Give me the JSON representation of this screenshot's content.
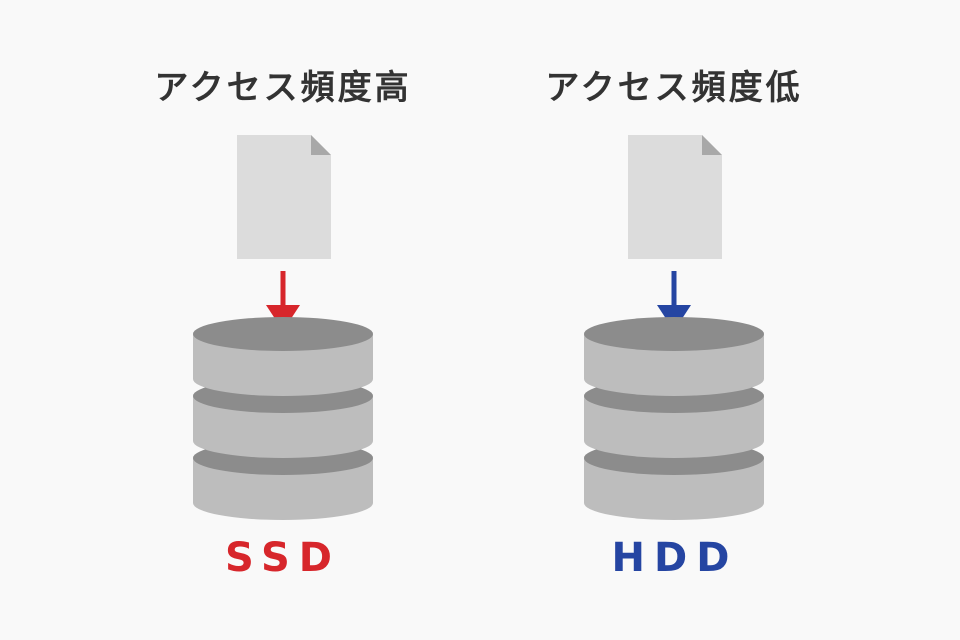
{
  "colors": {
    "background": "#f9f9f9",
    "text": "#333333",
    "file": "#dcdcdc",
    "file_fold": "#a8a8a8",
    "disk_side": "#bdbdbd",
    "disk_top": "#8c8c8c",
    "ssd_accent": "#d7262b",
    "hdd_accent": "#2545a2"
  },
  "columns": [
    {
      "heading": "アクセス頻度高",
      "storage": "SSD",
      "accent": "#d7262b",
      "file_icon": "document-icon",
      "arrow_icon": "arrow-down-icon",
      "storage_icon": "database-stack-icon"
    },
    {
      "heading": "アクセス頻度低",
      "storage": "HDD",
      "accent": "#2545a2",
      "file_icon": "document-icon",
      "arrow_icon": "arrow-down-icon",
      "storage_icon": "database-stack-icon"
    }
  ]
}
